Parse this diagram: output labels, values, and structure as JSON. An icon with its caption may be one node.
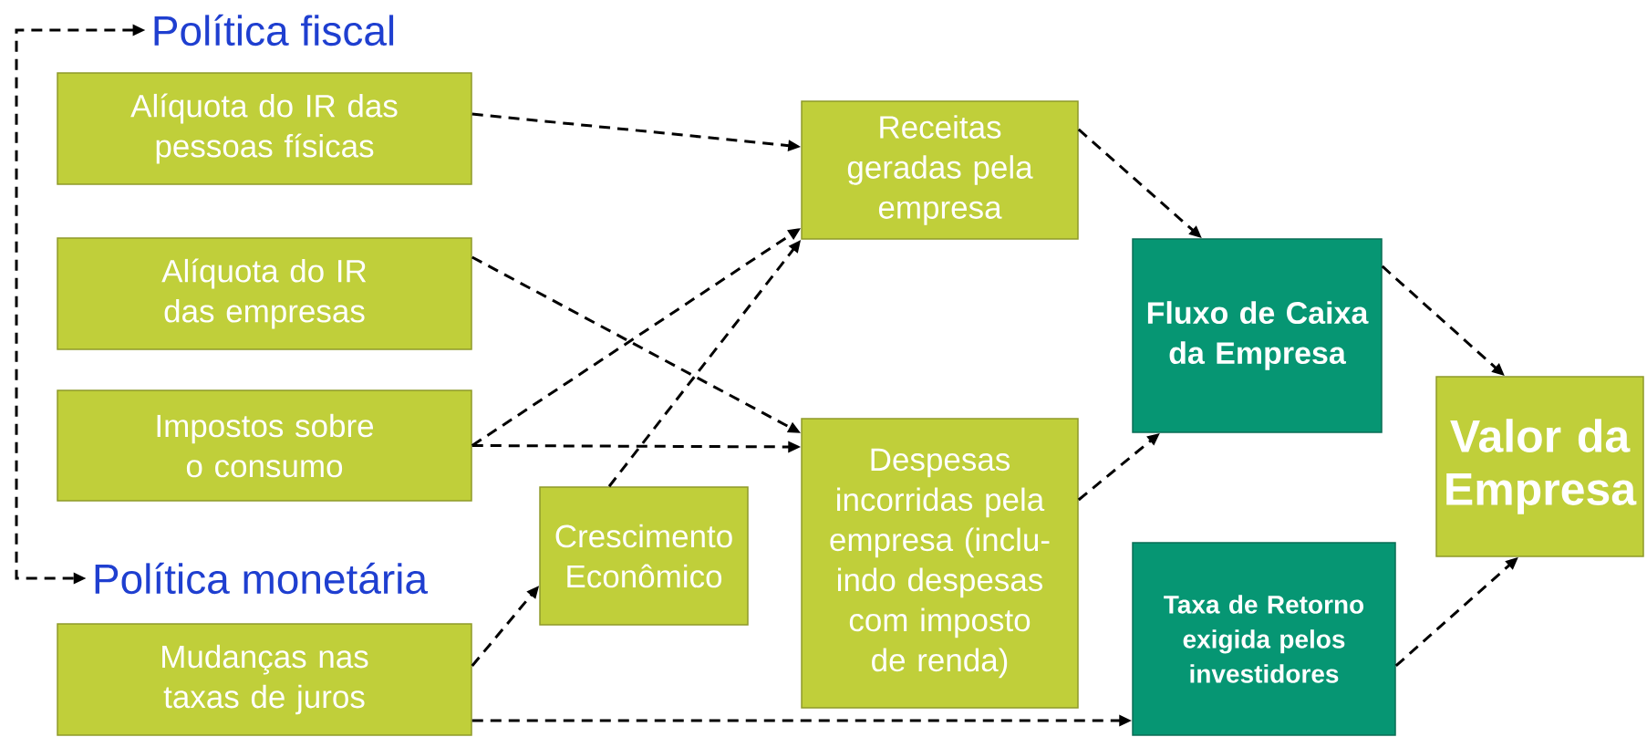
{
  "diagram": {
    "nodes": [
      {
        "text": [
          "Política fiscal"
        ]
      },
      {
        "text": [
          "Alíquota do IR das pessoas físicas"
        ]
      },
      {
        "text": [
          "Receitas geradas pela empresa"
        ]
      },
      {
        "text": [
          "Alíquota do IR das empresas"
        ]
      },
      {
        "text": [
          "Fluxo de Caixa da Empresa"
        ]
      },
      {
        "text": [
          "Impostos sobre o consumo"
        ]
      },
      {
        "text": [
          "Despesas incorridas pela empresa (inclu- indo despesas com imposto de renda)"
        ]
      },
      {
        "text": [
          "Valor da Empresa"
        ]
      },
      {
        "text": [
          "Crescimento Econômico"
        ]
      },
      {
        "text": [
          "Política monetária"
        ]
      },
      {
        "text": [
          "Taxa de Retorno exigida pelos investidores"
        ]
      },
      {
        "text": [
          "Mudanças nas taxas de juros"
        ]
      }
    ],
    "edges": [
      {
        "from": 0,
        "to": 9,
        "arrow": "both"
      },
      {
        "from": 1,
        "to": 2,
        "arrow": "to"
      },
      {
        "from": 3,
        "to": 6,
        "arrow": "to"
      },
      {
        "from": 5,
        "to": 2,
        "arrow": "to"
      },
      {
        "from": 5,
        "to": 6,
        "arrow": "to"
      },
      {
        "from": 8,
        "to": 2,
        "arrow": "to"
      },
      {
        "from": 11,
        "to": 8,
        "arrow": "to"
      },
      {
        "from": 11,
        "to": 10,
        "arrow": "to"
      },
      {
        "from": 2,
        "to": 4,
        "arrow": "to"
      },
      {
        "from": 6,
        "to": 4,
        "arrow": "to"
      },
      {
        "from": 4,
        "to": 7,
        "arrow": "to"
      },
      {
        "from": 10,
        "to": 7,
        "arrow": "to"
      }
    ]
  }
}
